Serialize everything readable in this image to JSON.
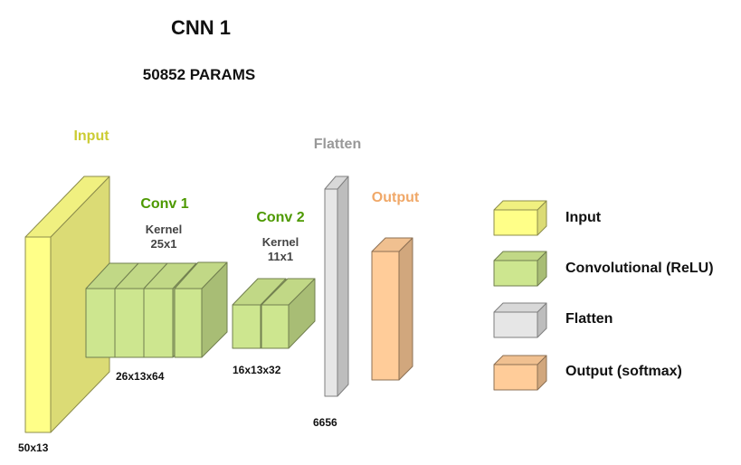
{
  "title": "CNN 1",
  "params": "50852 PARAMS",
  "colors": {
    "input": "#ffff88",
    "conv": "#cde68f",
    "flatten": "#e6e6e6",
    "output": "#ffcc99",
    "input_label": "#cccc33",
    "conv_label": "#4d9900",
    "flatten_label": "#999999",
    "output_label": "#f0a868"
  },
  "layers": {
    "input": {
      "name": "Input",
      "dims": "50x13"
    },
    "conv1": {
      "name": "Conv 1",
      "kernel_label": "Kernel",
      "kernel": "25x1",
      "dims": "26x13x64"
    },
    "conv2": {
      "name": "Conv 2",
      "kernel_label": "Kernel",
      "kernel": "11x1",
      "dims": "16x13x32"
    },
    "flatten": {
      "name": "Flatten",
      "dims": "6656"
    },
    "output": {
      "name": "Output"
    }
  },
  "legend": [
    {
      "label": "Input",
      "color": "input"
    },
    {
      "label": "Convolutional (ReLU)",
      "color": "conv"
    },
    {
      "label": "Flatten",
      "color": "flatten"
    },
    {
      "label": "Output (softmax)",
      "color": "output"
    }
  ]
}
